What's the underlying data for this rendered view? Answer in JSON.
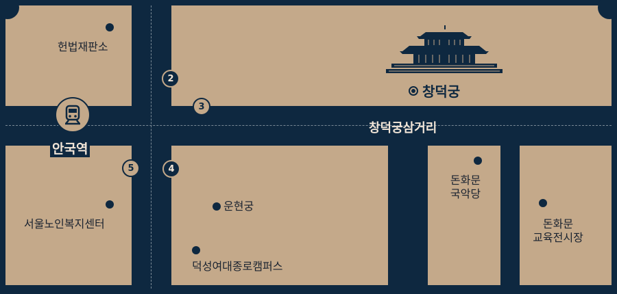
{
  "map": {
    "station": {
      "name": "안국역",
      "icon": "subway-icon"
    },
    "road": {
      "name": "창덕궁삼거리"
    },
    "palace": {
      "name": "창덕궁",
      "icon": "palace-icon"
    },
    "exits": {
      "e2": "2",
      "e3": "3",
      "e4": "4",
      "e5": "5"
    },
    "places": {
      "constitutional_court": "헌법재판소",
      "seoul_senior_center": "서울노인복지센터",
      "unhyeongung": "운현궁",
      "duksung_campus": "덕성여대종로캠퍼스",
      "donhwamun_theater_1": "돈화문",
      "donhwamun_theater_2": "국악당",
      "donhwamun_market_1": "돈화문",
      "donhwamun_market_2": "교육전시장"
    },
    "colors": {
      "background": "#c4a98a",
      "road": "#0e2840",
      "text": "#1a2330"
    }
  }
}
